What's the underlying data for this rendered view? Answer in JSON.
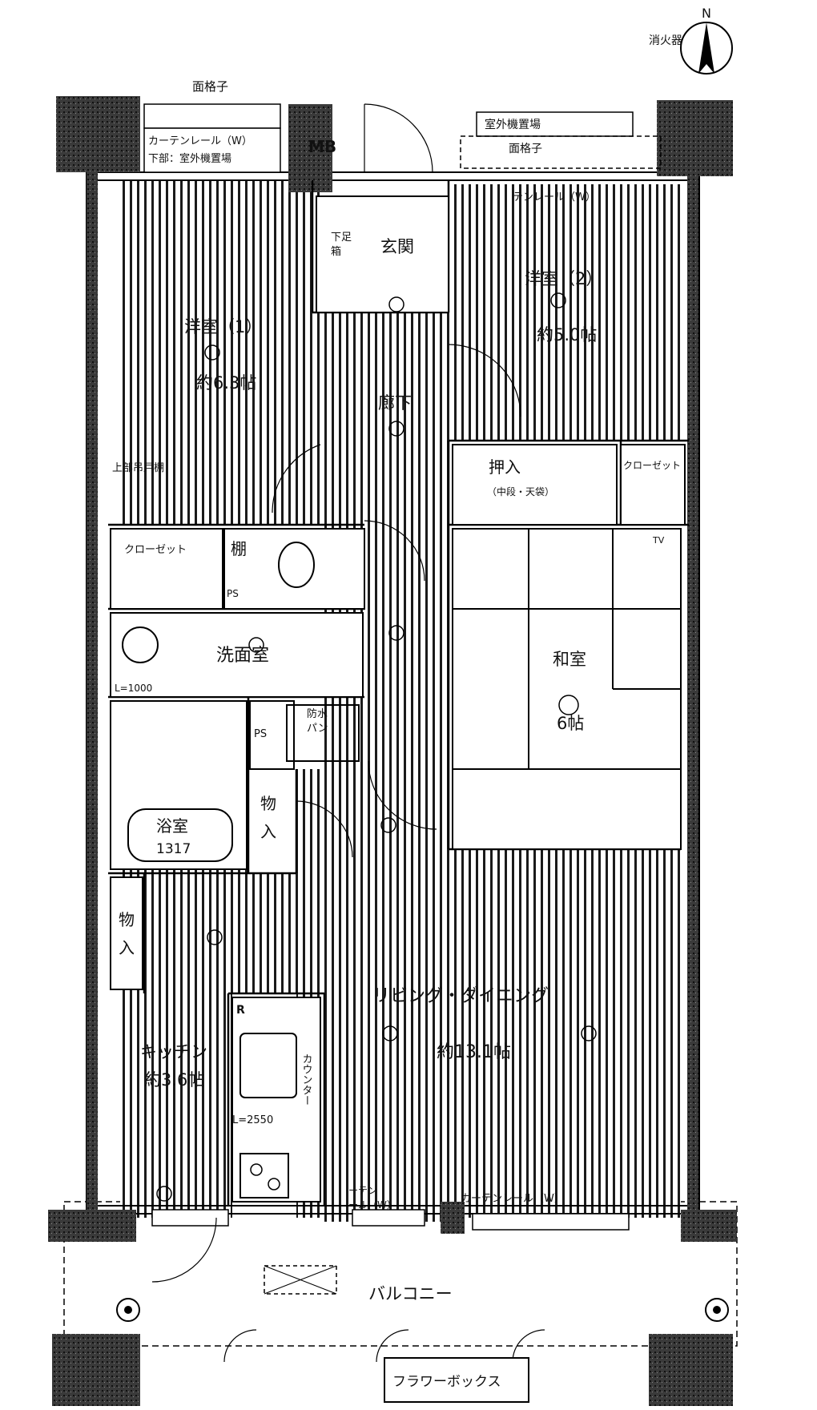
{
  "compass": {
    "north": "N"
  },
  "labels": {
    "extinguisher": "消火器",
    "grille_top": "面格子",
    "curtain_rail_w": "カーテンレール（W）",
    "outdoor_unit_below": "下部：室外機置場",
    "mb": "MB",
    "outdoor_unit_place": "室外機置場",
    "grille_right": "面格子",
    "curtain_rail_top_right": "テンレール（W）",
    "shoe_box_1": "下足",
    "shoe_box_2": "箱",
    "entrance": "玄関",
    "western2": "洋室（2）",
    "western2_size": "約5.0帖",
    "western1": "洋室（1）",
    "western1_size": "約6.3帖",
    "hallway": "廊下",
    "partial_hanging_door": "上部吊戸棚",
    "oshiire": "押入",
    "oshiire_sub": "（中段・天袋）",
    "closet_right": "クローゼット",
    "closet_left": "クローゼット",
    "shelf": "棚",
    "ps1": "PS",
    "ps2": "PS",
    "washroom": "洗面室",
    "washbasin_size": "L=1000",
    "japanese_room": "和室",
    "japanese_room_size": "6帖",
    "waterproof_pan_1": "防水",
    "waterproof_pan_2": "パン",
    "storage_1a": "物",
    "storage_1b": "入",
    "bathroom": "浴室",
    "bathroom_size": "1317",
    "storage_2a": "物",
    "storage_2b": "入",
    "living_dining": "リビング・ダイニング",
    "living_dining_size": "約13.1帖",
    "kitchen": "キッチン",
    "kitchen_size": "約3.6帖",
    "counter": "カウンター",
    "kitchen_length": "L=2550",
    "fridge": "R",
    "curtain_rail_bottom": "カーテンレール（W）",
    "curtain_rail_small_1": "ーテン",
    "curtain_rail_small_2": "ール（W）",
    "balcony": "バルコニー",
    "flower_box": "フラワーボックス",
    "tv": "TV"
  }
}
